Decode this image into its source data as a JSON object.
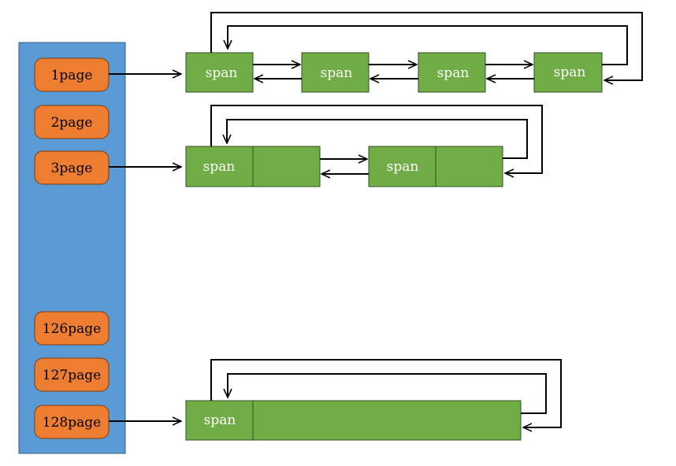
{
  "colors": {
    "panel_fill": "#5b9bd5",
    "panel_stroke": "#2e5f8a",
    "bucket_fill": "#ed7d31",
    "bucket_stroke": "#7a3a10",
    "span_fill": "#70ad47",
    "span_stroke": "#2f4f1f",
    "arrow": "#000000"
  },
  "buckets": [
    {
      "label": "1page"
    },
    {
      "label": "2page"
    },
    {
      "label": "3page"
    },
    {
      "label": "126page"
    },
    {
      "label": "127page"
    },
    {
      "label": "128page"
    }
  ],
  "span_label": "span"
}
